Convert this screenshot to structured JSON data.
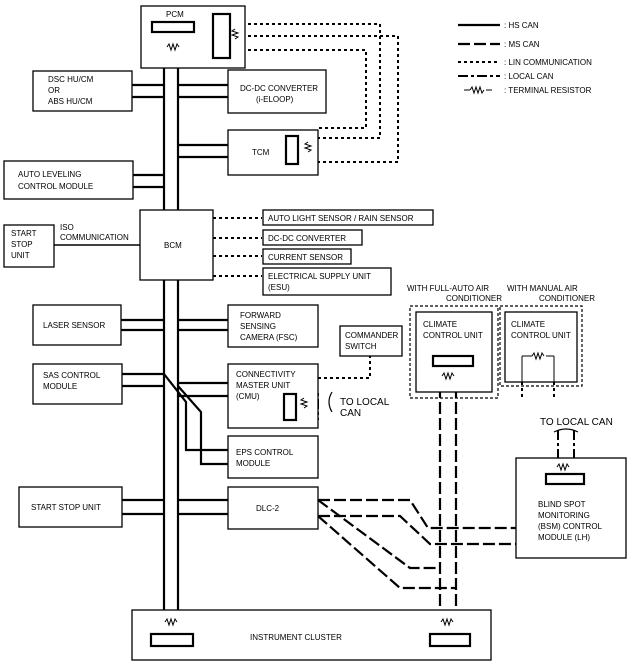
{
  "legend": {
    "hs_can": ": HS CAN",
    "ms_can": ": MS CAN",
    "lin": ": LIN COMMUNICATION",
    "local_can": ": LOCAL CAN",
    "terminal_resistor": ": TERMINAL RESISTOR"
  },
  "modules": {
    "pcm": "PCM",
    "dsc_1": "DSC HU/CM",
    "dsc_2": "OR",
    "dsc_3": "ABS HU/CM",
    "dcdc_ieloop_1": "DC-DC CONVERTER",
    "dcdc_ieloop_2": "(i-ELOOP)",
    "tcm": "TCM",
    "auto_leveling_1": "AUTO LEVELING",
    "auto_leveling_2": "CONTROL MODULE",
    "start_stop_unit_left_1": "START",
    "start_stop_unit_left_2": "STOP",
    "start_stop_unit_left_3": "UNIT",
    "iso_1": "ISO",
    "iso_2": "COMMUNICATION",
    "bcm": "BCM",
    "auto_light": "AUTO LIGHT SENSOR / RAIN SENSOR",
    "dcdc": "DC-DC CONVERTER",
    "current_sensor": "CURRENT SENSOR",
    "esu_1": "ELECTRICAL SUPPLY UNIT",
    "esu_2": "(ESU)",
    "with_full_auto_1": "WITH FULL-AUTO AIR",
    "with_full_auto_2": "CONDITIONER",
    "with_manual_1": "WITH MANUAL AIR",
    "with_manual_2": "CONDITIONER",
    "laser_sensor": "LASER SENSOR",
    "fsc_1": "FORWARD",
    "fsc_2": "SENSING",
    "fsc_3": "CAMERA (FSC)",
    "commander_1": "COMMANDER",
    "commander_2": "SWITCH",
    "climate_full_1": "CLIMATE",
    "climate_full_2": "CONTROL UNIT",
    "climate_manual_1": "CLIMATE",
    "climate_manual_2": "CONTROL UNIT",
    "sas_1": "SAS CONTROL",
    "sas_2": "MODULE",
    "cmu_1": "CONNECTIVITY",
    "cmu_2": "MASTER UNIT",
    "cmu_3": "(CMU)",
    "to_local_can_cmu_1": "TO LOCAL",
    "to_local_can_cmu_2": "CAN",
    "to_local_can_bsm": "TO LOCAL CAN",
    "eps_1": "EPS CONTROL",
    "eps_2": "MODULE",
    "start_stop_unit": "START STOP UNIT",
    "dlc2": "DLC-2",
    "bsm_1": "BLIND SPOT",
    "bsm_2": "MONITORING",
    "bsm_3": "(BSM) CONTROL",
    "bsm_4": "MODULE (LH)",
    "instrument_cluster": "INSTRUMENT CLUSTER"
  }
}
